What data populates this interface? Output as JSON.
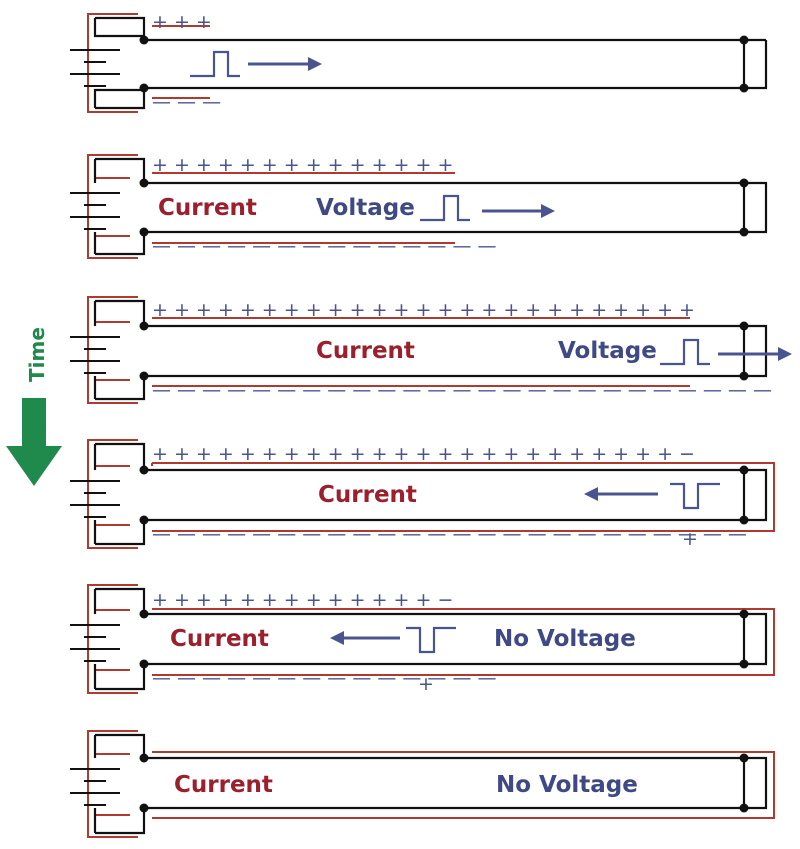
{
  "labels": {
    "time": "Time",
    "current": "Current",
    "voltage": "Voltage",
    "no_voltage": "No Voltage"
  },
  "colors": {
    "wire": "#111111",
    "current": "#b03a2e",
    "charge": "#4a5590",
    "label_current": "#9b1f2c",
    "label_voltage": "#3f4a85",
    "time_arrow": "#1f8a4c"
  },
  "panels": [
    {
      "name": "stage-1",
      "plus": "+ + +",
      "minus": "— — —",
      "current_label": "",
      "voltage_label": "",
      "pulse": "up",
      "direction": "right",
      "no_voltage_label": ""
    },
    {
      "name": "stage-2",
      "plus": "+ + + + + + + + + + + + + +",
      "minus": "— — — — — — — — — — — — — —",
      "current_label": "Current",
      "voltage_label": "Voltage",
      "pulse": "up",
      "direction": "right",
      "no_voltage_label": ""
    },
    {
      "name": "stage-3",
      "plus": "+ + + + + + + + + + + + + + + + + + + + + + + + +",
      "minus": "— — — — — — — — — — — — — — — — — — — — — — — — —",
      "current_label": "Current",
      "voltage_label": "Voltage",
      "pulse": "up",
      "direction": "right",
      "no_voltage_label": ""
    },
    {
      "name": "stage-4",
      "plus": "+ + + + + + + + + + + + + + + + + + + + + + + + −",
      "minus": "— — — — — — — — — — — — — — — — — — — — — — — —",
      "minus_end": "+",
      "current_label": "Current",
      "voltage_label": "",
      "pulse": "down",
      "direction": "left",
      "no_voltage_label": ""
    },
    {
      "name": "stage-5",
      "plus": "+ + + + + + + + + + + + + −",
      "minus": "— — — — — — — — — — — — — —",
      "minus_end": "+",
      "current_label": "Current",
      "voltage_label": "",
      "pulse": "down",
      "direction": "left",
      "no_voltage_label": "No Voltage"
    },
    {
      "name": "stage-6",
      "plus": "",
      "minus": "",
      "current_label": "Current",
      "voltage_label": "",
      "pulse": "",
      "direction": "",
      "no_voltage_label": "No Voltage"
    }
  ]
}
